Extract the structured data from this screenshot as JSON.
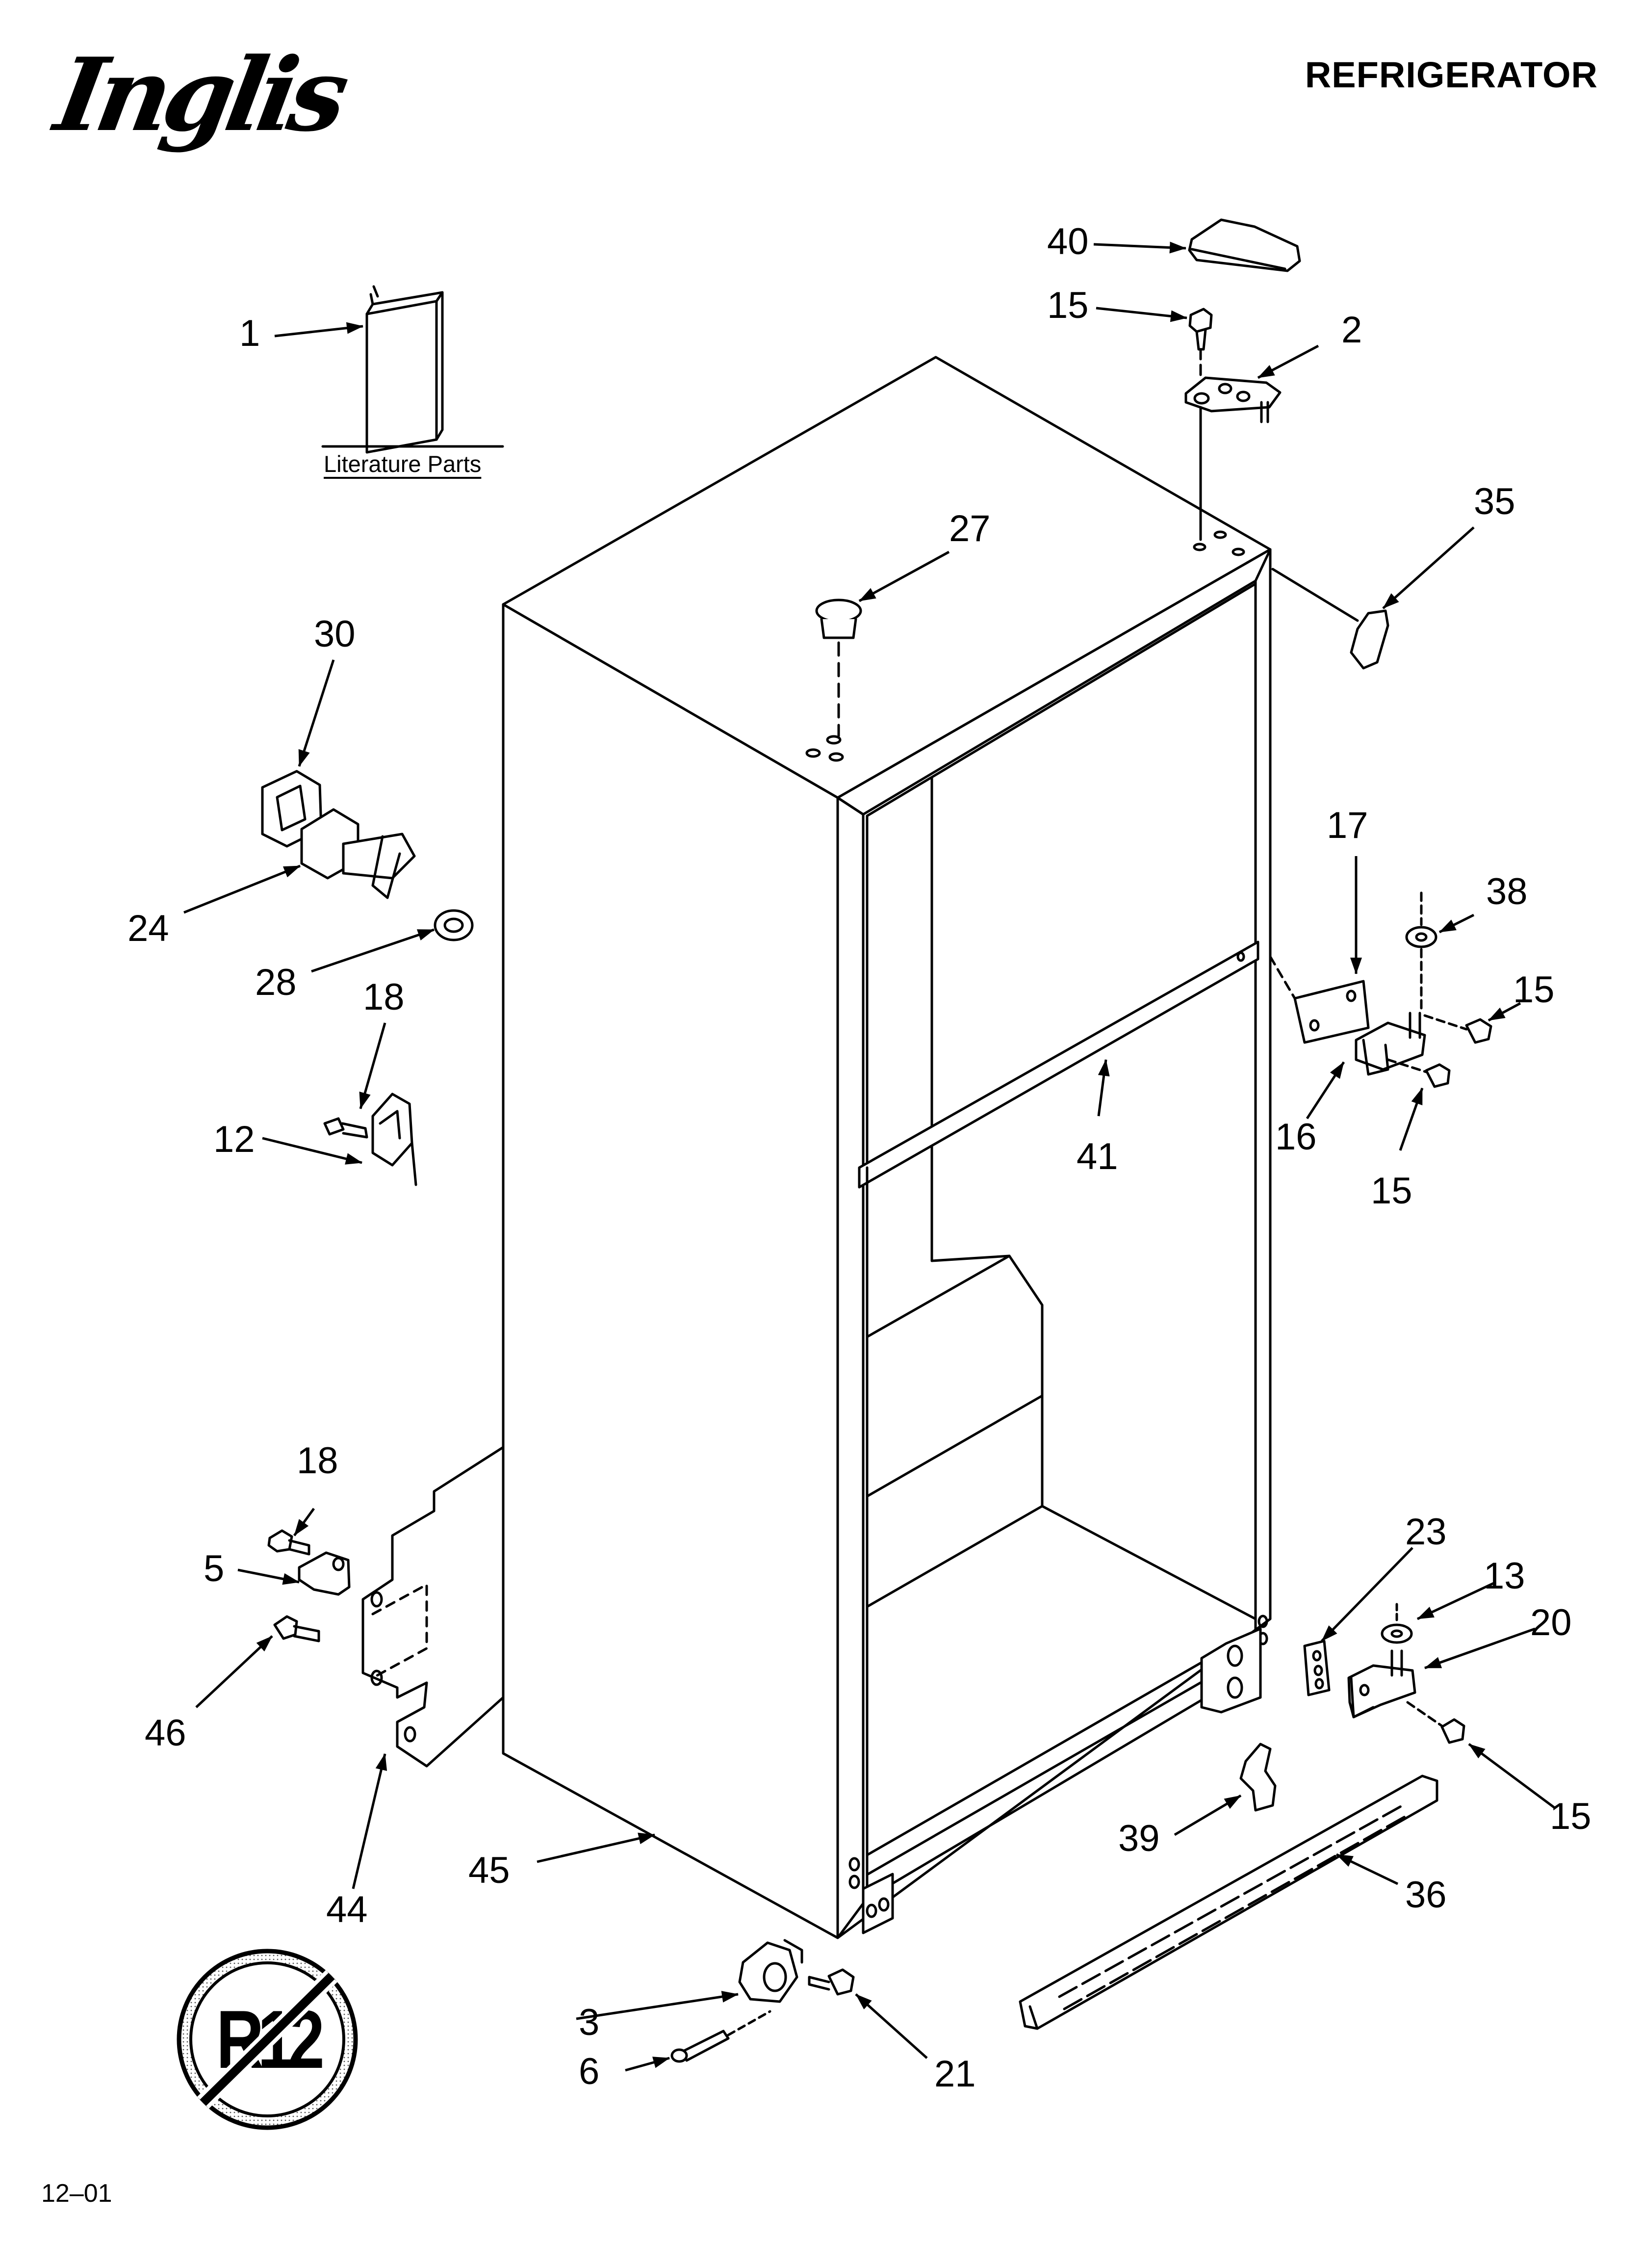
{
  "brand": "Inglis",
  "title": "REFRIGERATOR",
  "date_code": "12–01",
  "literature_label": "Literature Parts",
  "r12_badge": "R12",
  "callouts": {
    "c1": "1",
    "c2": "2",
    "c3": "3",
    "c5": "5",
    "c6": "6",
    "c12": "12",
    "c13": "13",
    "c15a": "15",
    "c15b": "15",
    "c15c": "15",
    "c15d": "15",
    "c16": "16",
    "c17": "17",
    "c18a": "18",
    "c18b": "18",
    "c20": "20",
    "c21": "21",
    "c23": "23",
    "c24": "24",
    "c27": "27",
    "c28": "28",
    "c30": "30",
    "c35": "35",
    "c36": "36",
    "c38": "38",
    "c39": "39",
    "c40": "40",
    "c41": "41",
    "c44": "44",
    "c45": "45",
    "c46": "46"
  }
}
